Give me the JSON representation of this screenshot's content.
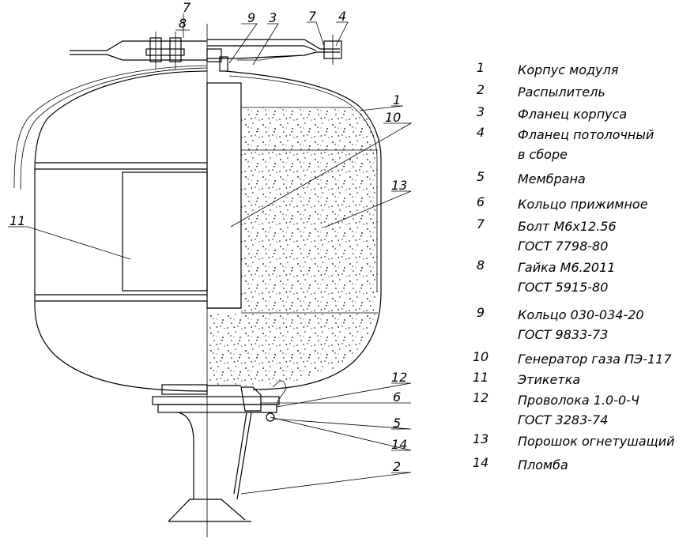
{
  "callouts": {
    "c1": "1",
    "c2": "2",
    "c3": "3",
    "c4": "4",
    "c5": "5",
    "c6": "6",
    "c7a": "7",
    "c7b": "7",
    "c8": "8",
    "c9": "9",
    "c10": "10",
    "c11": "11",
    "c12": "12",
    "c13": "13",
    "c14": "14"
  },
  "legend": [
    {
      "num": "1",
      "text": "Корпус модуля"
    },
    {
      "num": "2",
      "text": "Распылитель"
    },
    {
      "num": "3",
      "text": "Фланец корпуса"
    },
    {
      "num": "4",
      "text": "Фланец потолочный\nв сборе"
    },
    {
      "num": "5",
      "text": "Мембрана"
    },
    {
      "num": "6",
      "text": "Кольцо прижимное"
    },
    {
      "num": "7",
      "text": "Болт М6х12.56\nГОСТ 7798-80"
    },
    {
      "num": "8",
      "text": "Гайка М6.2011\nГОСТ 5915-80"
    },
    {
      "num": "9",
      "text": "Кольцо 030-034-20\nГОСТ 9833-73"
    },
    {
      "num": "10",
      "text": "Генератор газа ПЭ-117"
    },
    {
      "num": "11",
      "text": "Этикетка"
    },
    {
      "num": "12",
      "text": "Проволока 1.0-0-Ч\nГОСТ 3283-74"
    },
    {
      "num": "13",
      "text": "Порошок огнетушащий"
    },
    {
      "num": "14",
      "text": "Пломба"
    }
  ]
}
